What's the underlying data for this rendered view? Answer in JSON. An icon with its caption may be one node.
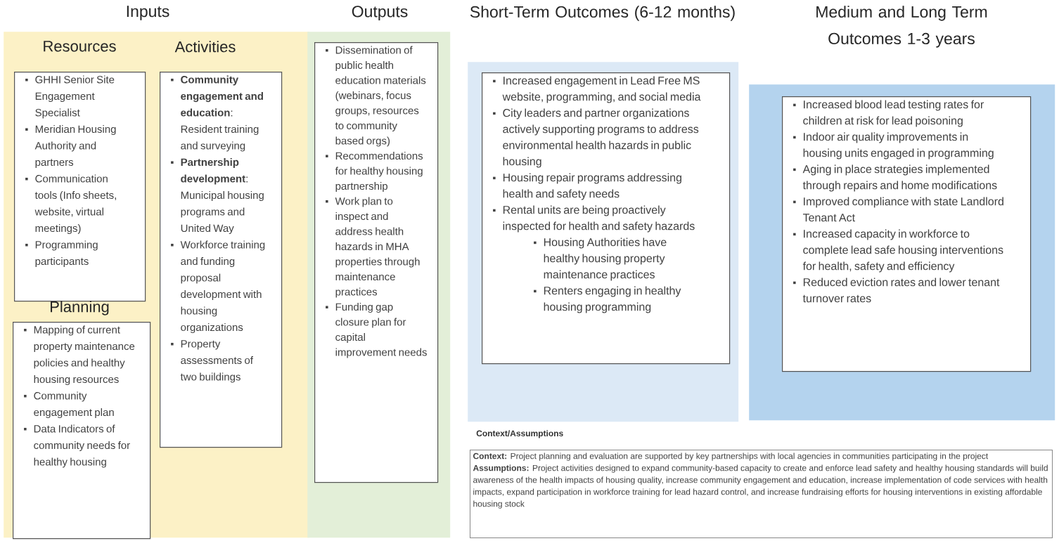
{
  "diagram": {
    "nodes": [
      {
        "text": [
          "Inputs"
        ]
      },
      {
        "text": [
          "Resources",
          "GHHI Senior Site Engagement Specialist",
          "Meridian Housing Authority and partners",
          "Communication tools (Info sheets, website, virtual meetings)",
          "Programming participants"
        ],
        "in": 0
      },
      {
        "text": [
          "Activities",
          "**Community engagement and education**: Resident training and surveying",
          "**Partnership development**: Municipal housing programs and United Way",
          "Workforce training and funding proposal development with housing organizations",
          "Property assessments of two buildings"
        ],
        "in": 0
      },
      {
        "text": [
          "Planning",
          "Mapping of current property maintenance policies and healthy housing resources",
          "Community engagement plan",
          "Data Indicators of community needs for healthy housing"
        ],
        "in": 0
      },
      {
        "text": [
          "Outputs"
        ]
      },
      {
        "text": [
          "Dissemination of public health education materials (webinars, focus groups, resources to community based orgs)",
          "Recommendations for healthy housing partnership",
          "Work plan to inspect and address health hazards in MHA properties through maintenance practices",
          "Funding gap closure plan for capital improvement needs"
        ],
        "in": 4
      },
      {
        "text": [
          "Short-Term Outcomes (6-12 months)"
        ]
      },
      {
        "text": [
          "Increased engagement in Lead Free MS website, programming, and social media",
          "City leaders and partner organizations actively supporting programs to address environmental health hazards in public housing",
          "Housing repair programs addressing health and safety needs",
          "Rental units are being proactively inspected for health and safety hazards",
          "Housing Authorities have healthy housing property maintenance practices",
          "Renters engaging in healthy housing programming"
        ],
        "in": 6
      },
      {
        "text": [
          "Medium and Long Term Outcomes 1-3 years"
        ]
      },
      {
        "text": [
          "Increased blood lead testing rates for children at risk for lead poisoning",
          "Indoor air quality improvements in housing units engaged in programming",
          "Aging in place strategies implemented through repairs and home modifications",
          "Improved compliance with state Landlord Tenant Act",
          "Increased capacity in workforce to complete lead safe housing interventions for health, safety and efficiency",
          "Reduced eviction rates and lower tenant turnover rates"
        ],
        "in": 8
      },
      {
        "text": [
          "Context/Assumptions",
          "**Context:** Project planning and evaluation are supported by key partnerships with local agencies in communities participating in the project",
          "**Assumptions:** Project activities designed to expand community-based capacity to create and enforce lead safety and healthy housing standards will build awareness of the health impacts of housing quality, increase community engagement and education, increase implementation of code services with health impacts, expand participation in workforce training for lead hazard control, and increase fundraising efforts for housing interventions in existing affordable housing stock"
        ]
      }
    ]
  }
}
